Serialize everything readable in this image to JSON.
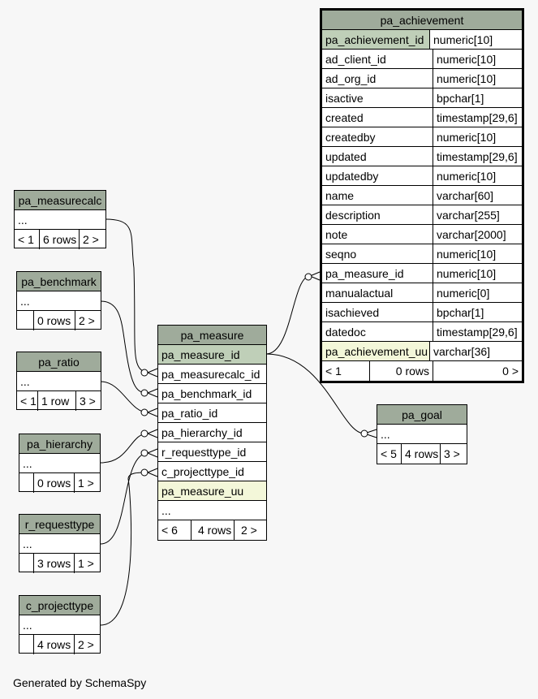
{
  "diagram": {
    "footer": "Generated by SchemaSpy",
    "tables": {
      "pa_measurecalc": {
        "name": "pa_measurecalc",
        "ellipsis": "...",
        "prev": "< 1",
        "rows": "6 rows",
        "next": "2 >"
      },
      "pa_benchmark": {
        "name": "pa_benchmark",
        "ellipsis": "...",
        "prev": "",
        "rows": "0 rows",
        "next": "2 >"
      },
      "pa_ratio": {
        "name": "pa_ratio",
        "ellipsis": "...",
        "prev": "< 1",
        "rows": "1 row",
        "next": "3 >"
      },
      "pa_hierarchy": {
        "name": "pa_hierarchy",
        "ellipsis": "...",
        "prev": "",
        "rows": "0 rows",
        "next": "1 >"
      },
      "r_requesttype": {
        "name": "r_requesttype",
        "ellipsis": "...",
        "prev": "",
        "rows": "3 rows",
        "next": "1 >"
      },
      "c_projecttype": {
        "name": "c_projecttype",
        "ellipsis": "...",
        "prev": "",
        "rows": "4 rows",
        "next": "2 >"
      },
      "pa_goal": {
        "name": "pa_goal",
        "ellipsis": "...",
        "prev": "< 5",
        "rows": "4 rows",
        "next": "3 >"
      },
      "pa_measure": {
        "name": "pa_measure",
        "columns": [
          "pa_measure_id",
          "pa_measurecalc_id",
          "pa_benchmark_id",
          "pa_ratio_id",
          "pa_hierarchy_id",
          "r_requesttype_id",
          "c_projecttype_id",
          "pa_measure_uu"
        ],
        "ellipsis": "...",
        "prev": "< 6",
        "rows": "4 rows",
        "next": "2 >"
      },
      "pa_achievement": {
        "name": "pa_achievement",
        "columns": [
          {
            "name": "pa_achievement_id",
            "type": "numeric[10]"
          },
          {
            "name": "ad_client_id",
            "type": "numeric[10]"
          },
          {
            "name": "ad_org_id",
            "type": "numeric[10]"
          },
          {
            "name": "isactive",
            "type": "bpchar[1]"
          },
          {
            "name": "created",
            "type": "timestamp[29,6]"
          },
          {
            "name": "createdby",
            "type": "numeric[10]"
          },
          {
            "name": "updated",
            "type": "timestamp[29,6]"
          },
          {
            "name": "updatedby",
            "type": "numeric[10]"
          },
          {
            "name": "name",
            "type": "varchar[60]"
          },
          {
            "name": "description",
            "type": "varchar[255]"
          },
          {
            "name": "note",
            "type": "varchar[2000]"
          },
          {
            "name": "seqno",
            "type": "numeric[10]"
          },
          {
            "name": "pa_measure_id",
            "type": "numeric[10]"
          },
          {
            "name": "manualactual",
            "type": "numeric[0]"
          },
          {
            "name": "isachieved",
            "type": "bpchar[1]"
          },
          {
            "name": "datedoc",
            "type": "timestamp[29,6]"
          },
          {
            "name": "pa_achievement_uu",
            "type": "varchar[36]"
          }
        ],
        "prev": "< 1",
        "rows": "0 rows",
        "next": "0 >"
      }
    }
  }
}
